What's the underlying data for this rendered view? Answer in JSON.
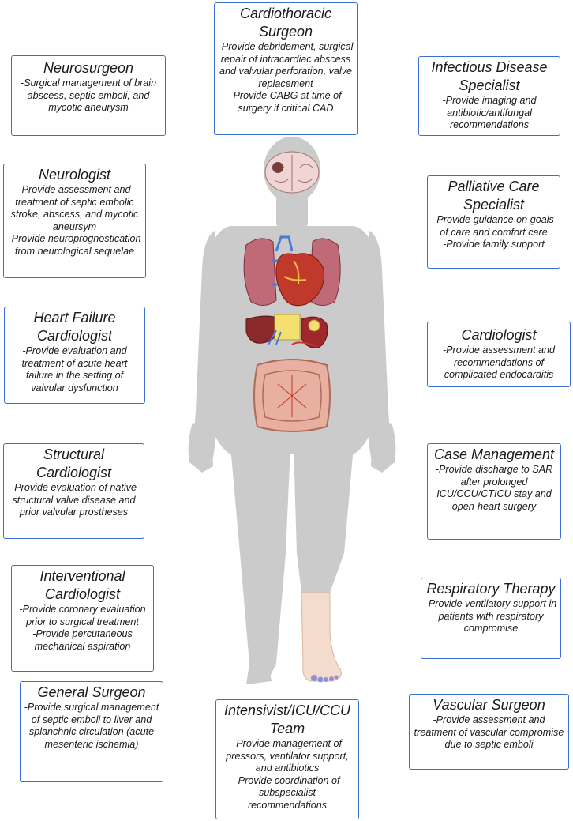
{
  "boxes": [
    {
      "title": "Cardiothoracic\nSurgeon",
      "lines": [
        "-Provide debridement, surgical repair of intracardiac abscess and valvular perforation, valve replacement",
        "-Provide CABG at time of surgery if critical CAD"
      ]
    },
    {
      "title": "Neurosurgeon",
      "lines": [
        "-Surgical management of brain abscess, septic emboli, and mycotic aneurysm"
      ]
    },
    {
      "title": "Infectious Disease Specialist",
      "lines": [
        "-Provide imaging and antibiotic/antifungal recommendations"
      ]
    },
    {
      "title": "Neurologist",
      "lines": [
        "-Provide assessment and treatment of septic embolic stroke, abscess, and mycotic aneursym",
        "-Provide neuroprognostication from neurological sequelae"
      ]
    },
    {
      "title": "Palliative Care Specialist",
      "lines": [
        "-Provide guidance on goals of care and comfort care",
        "-Provide family support"
      ]
    },
    {
      "title": "Heart Failure Cardiologist",
      "lines": [
        "-Provide evaluation and treatment of acute heart failure in the setting of valvular dysfunction"
      ]
    },
    {
      "title": "Cardiologist",
      "lines": [
        "-Provide assessment and recommendations of complicated endocarditis"
      ]
    },
    {
      "title": "Structural Cardiologist",
      "lines": [
        "-Provide evaluation of native structural valve disease and prior valvular prostheses"
      ]
    },
    {
      "title": "Case Management",
      "lines": [
        "-Provide discharge to SAR after prolonged ICU/CCU/CTICU stay and open-heart surgery"
      ]
    },
    {
      "title": "Interventional Cardiologist",
      "lines": [
        "-Provide coronary evaluation prior to surgical treatment",
        "-Provide percutaneous mechanical aspiration"
      ]
    },
    {
      "title": "Respiratory Therapy",
      "lines": [
        "-Provide ventilatory support in patients with respiratory compromise"
      ]
    },
    {
      "title": "General Surgeon",
      "lines": [
        "-Provide surgical management of septic emboli to liver and splanchnic circulation (acute mesenteric ischemia)"
      ]
    },
    {
      "title": "Intensivist/ICU/CCU Team",
      "lines": [
        "-Provide management of pressors, ventilator support, and antibiotics",
        "-Provide coordination of subspecialist recommendations"
      ]
    },
    {
      "title": "Vascular Surgeon",
      "lines": [
        "-Provide assessment and treatment of vascular compromise due to septic emboli"
      ]
    }
  ],
  "colors": {
    "box_border": "#3a6fd8",
    "body": "#cbcbcb",
    "foot": "#f3dccb"
  }
}
